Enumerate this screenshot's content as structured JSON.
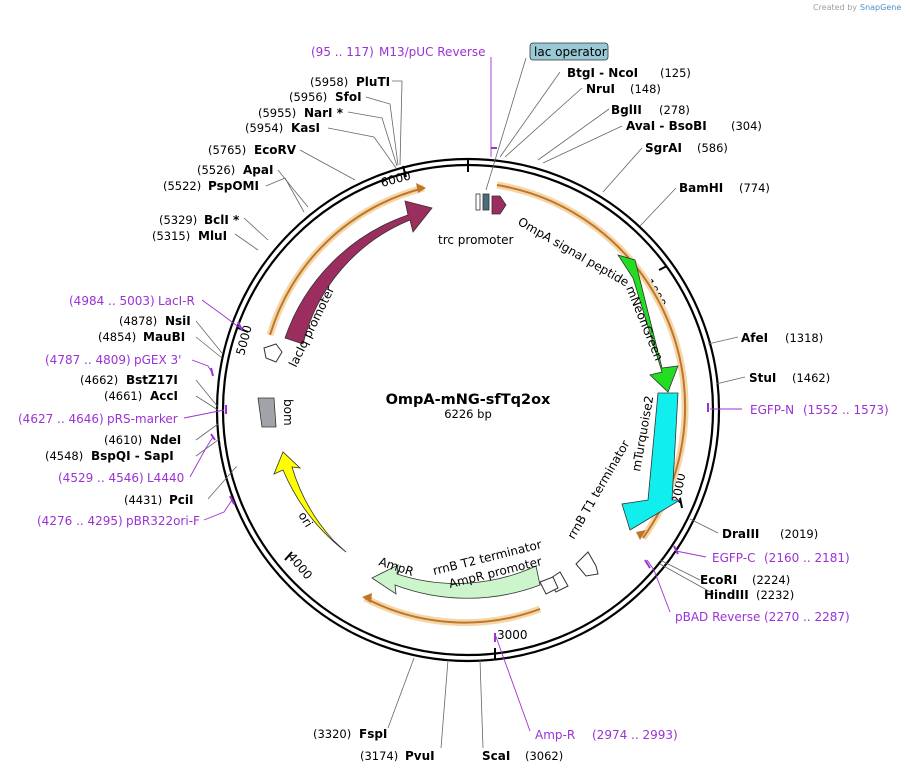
{
  "plasmid": {
    "name": "OmpA-mNG-sfTq2ox",
    "size_label": "6226 bp"
  },
  "credit": {
    "prefix": "Created by",
    "brand": "SnapGene"
  },
  "ticks": [
    "1000",
    "2000",
    "3000",
    "4000",
    "5000",
    "6000"
  ],
  "operator_box": {
    "label": "lac operator"
  },
  "sites": [
    {
      "name": "FspI",
      "pos": "(3320)"
    },
    {
      "name": "PvuI",
      "pos": "(3174)"
    },
    {
      "name": "ScaI",
      "pos": "(3062)"
    },
    {
      "name": "PciI",
      "pos": "(4431)"
    },
    {
      "name": "BspQI - SapI",
      "pos": "(4548)"
    },
    {
      "name": "NdeI",
      "pos": "(4610)"
    },
    {
      "name": "AccI",
      "pos": "(4661)"
    },
    {
      "name": "BstZ17I",
      "pos": "(4662)"
    },
    {
      "name": "MauBI",
      "pos": "(4854)"
    },
    {
      "name": "NsiI",
      "pos": "(4878)"
    },
    {
      "name": "MluI",
      "pos": "(5315)"
    },
    {
      "name": "BclI *",
      "pos": "(5329)"
    },
    {
      "name": "PspOMI",
      "pos": "(5522)"
    },
    {
      "name": "ApaI",
      "pos": "(5526)"
    },
    {
      "name": "EcoRV",
      "pos": "(5765)"
    },
    {
      "name": "KasI",
      "pos": "(5954)"
    },
    {
      "name": "NarI *",
      "pos": "(5955)"
    },
    {
      "name": "SfoI",
      "pos": "(5956)"
    },
    {
      "name": "PluTI",
      "pos": "(5958)"
    },
    {
      "name": "BtgI - NcoI",
      "pos": "(125)"
    },
    {
      "name": "NruI",
      "pos": "(148)"
    },
    {
      "name": "BglII",
      "pos": "(278)"
    },
    {
      "name": "AvaI - BsoBI",
      "pos": "(304)"
    },
    {
      "name": "SgrAI",
      "pos": "(586)"
    },
    {
      "name": "BamHI",
      "pos": "(774)"
    },
    {
      "name": "AfeI",
      "pos": "(1318)"
    },
    {
      "name": "StuI",
      "pos": "(1462)"
    },
    {
      "name": "DraIII",
      "pos": "(2019)"
    },
    {
      "name": "EcoRI",
      "pos": "(2224)"
    },
    {
      "name": "HindIII",
      "pos": "(2232)"
    }
  ],
  "primers": [
    {
      "name": "M13/pUC Reverse",
      "range": "(95 .. 117)"
    },
    {
      "name": "LacI-R",
      "range": "(4984 .. 5003)"
    },
    {
      "name": "pGEX 3'",
      "range": "(4787 .. 4809)"
    },
    {
      "name": "pRS-marker",
      "range": "(4627 .. 4646)"
    },
    {
      "name": "L4440",
      "range": "(4529 .. 4546)"
    },
    {
      "name": "pBR322ori-F",
      "range": "(4276 .. 4295)"
    },
    {
      "name": "EGFP-N",
      "range": "(1552 .. 1573)"
    },
    {
      "name": "EGFP-C",
      "range": "(2160 .. 2181)"
    },
    {
      "name": "pBAD Reverse",
      "range": "(2270 .. 2287)"
    },
    {
      "name": "Amp-R",
      "range": "(2974 .. 2993)"
    }
  ],
  "features": {
    "lacI": "lacI",
    "lacIq_promoter": "lacIq promoter",
    "trc_promoter": "trc promoter",
    "ompa_signal": "OmpA signal peptide",
    "mneongreen": "mNeonGreen",
    "mturquoise2": "mTurquoise2",
    "rrnb_t1": "rrnB T1 terminator",
    "rrnb_t2": "rrnB T2 terminator",
    "ampr_promoter": "AmpR promoter",
    "ampr": "AmpR",
    "ori": "ori",
    "bom": "bom"
  },
  "colors": {
    "lacI": "#9b2d5f",
    "mneongreen": "#22dd22",
    "mturquoise2": "#11eeee",
    "ampr": "#ccf5cc",
    "ori": "#ffff00",
    "bom": "#a0a4a8",
    "orf_line": "#c0762a",
    "primer": "#9b32d3",
    "operator": "#99c9d6"
  }
}
